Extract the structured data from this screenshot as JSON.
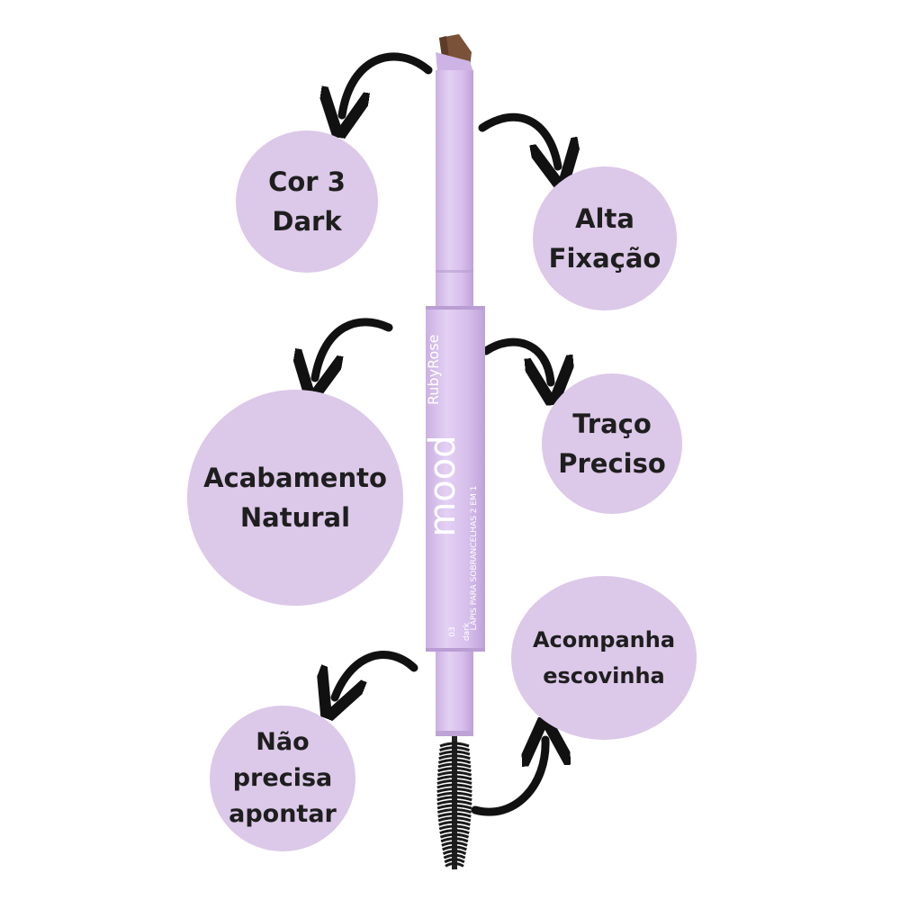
{
  "colors": {
    "bubble": "#dcc8e8",
    "pencil_body": "#d8c2ec",
    "pencil_dark": "#c3a8dc",
    "pencil_tip": "#7a5238",
    "arrow": "#111111"
  },
  "pencil": {
    "brand": "mood",
    "maker": "RubyRose",
    "description": "LÁPIS PARA SOBRANCELHAS 2 EM 1",
    "shade_number": "03",
    "shade_name": "dark"
  },
  "features": {
    "color": "Cor 3\nDark",
    "fixation": "Alta\nFixação",
    "finish": "Acabamento\nNatural",
    "stroke": "Traço\nPreciso",
    "brush": "Acompanha\nescovinha",
    "no_sharpen": "Não\nprecisa\napontar"
  },
  "icons": [
    "curved-arrow-icon",
    "spoolie-brush-icon",
    "brow-pencil-tip-icon"
  ]
}
